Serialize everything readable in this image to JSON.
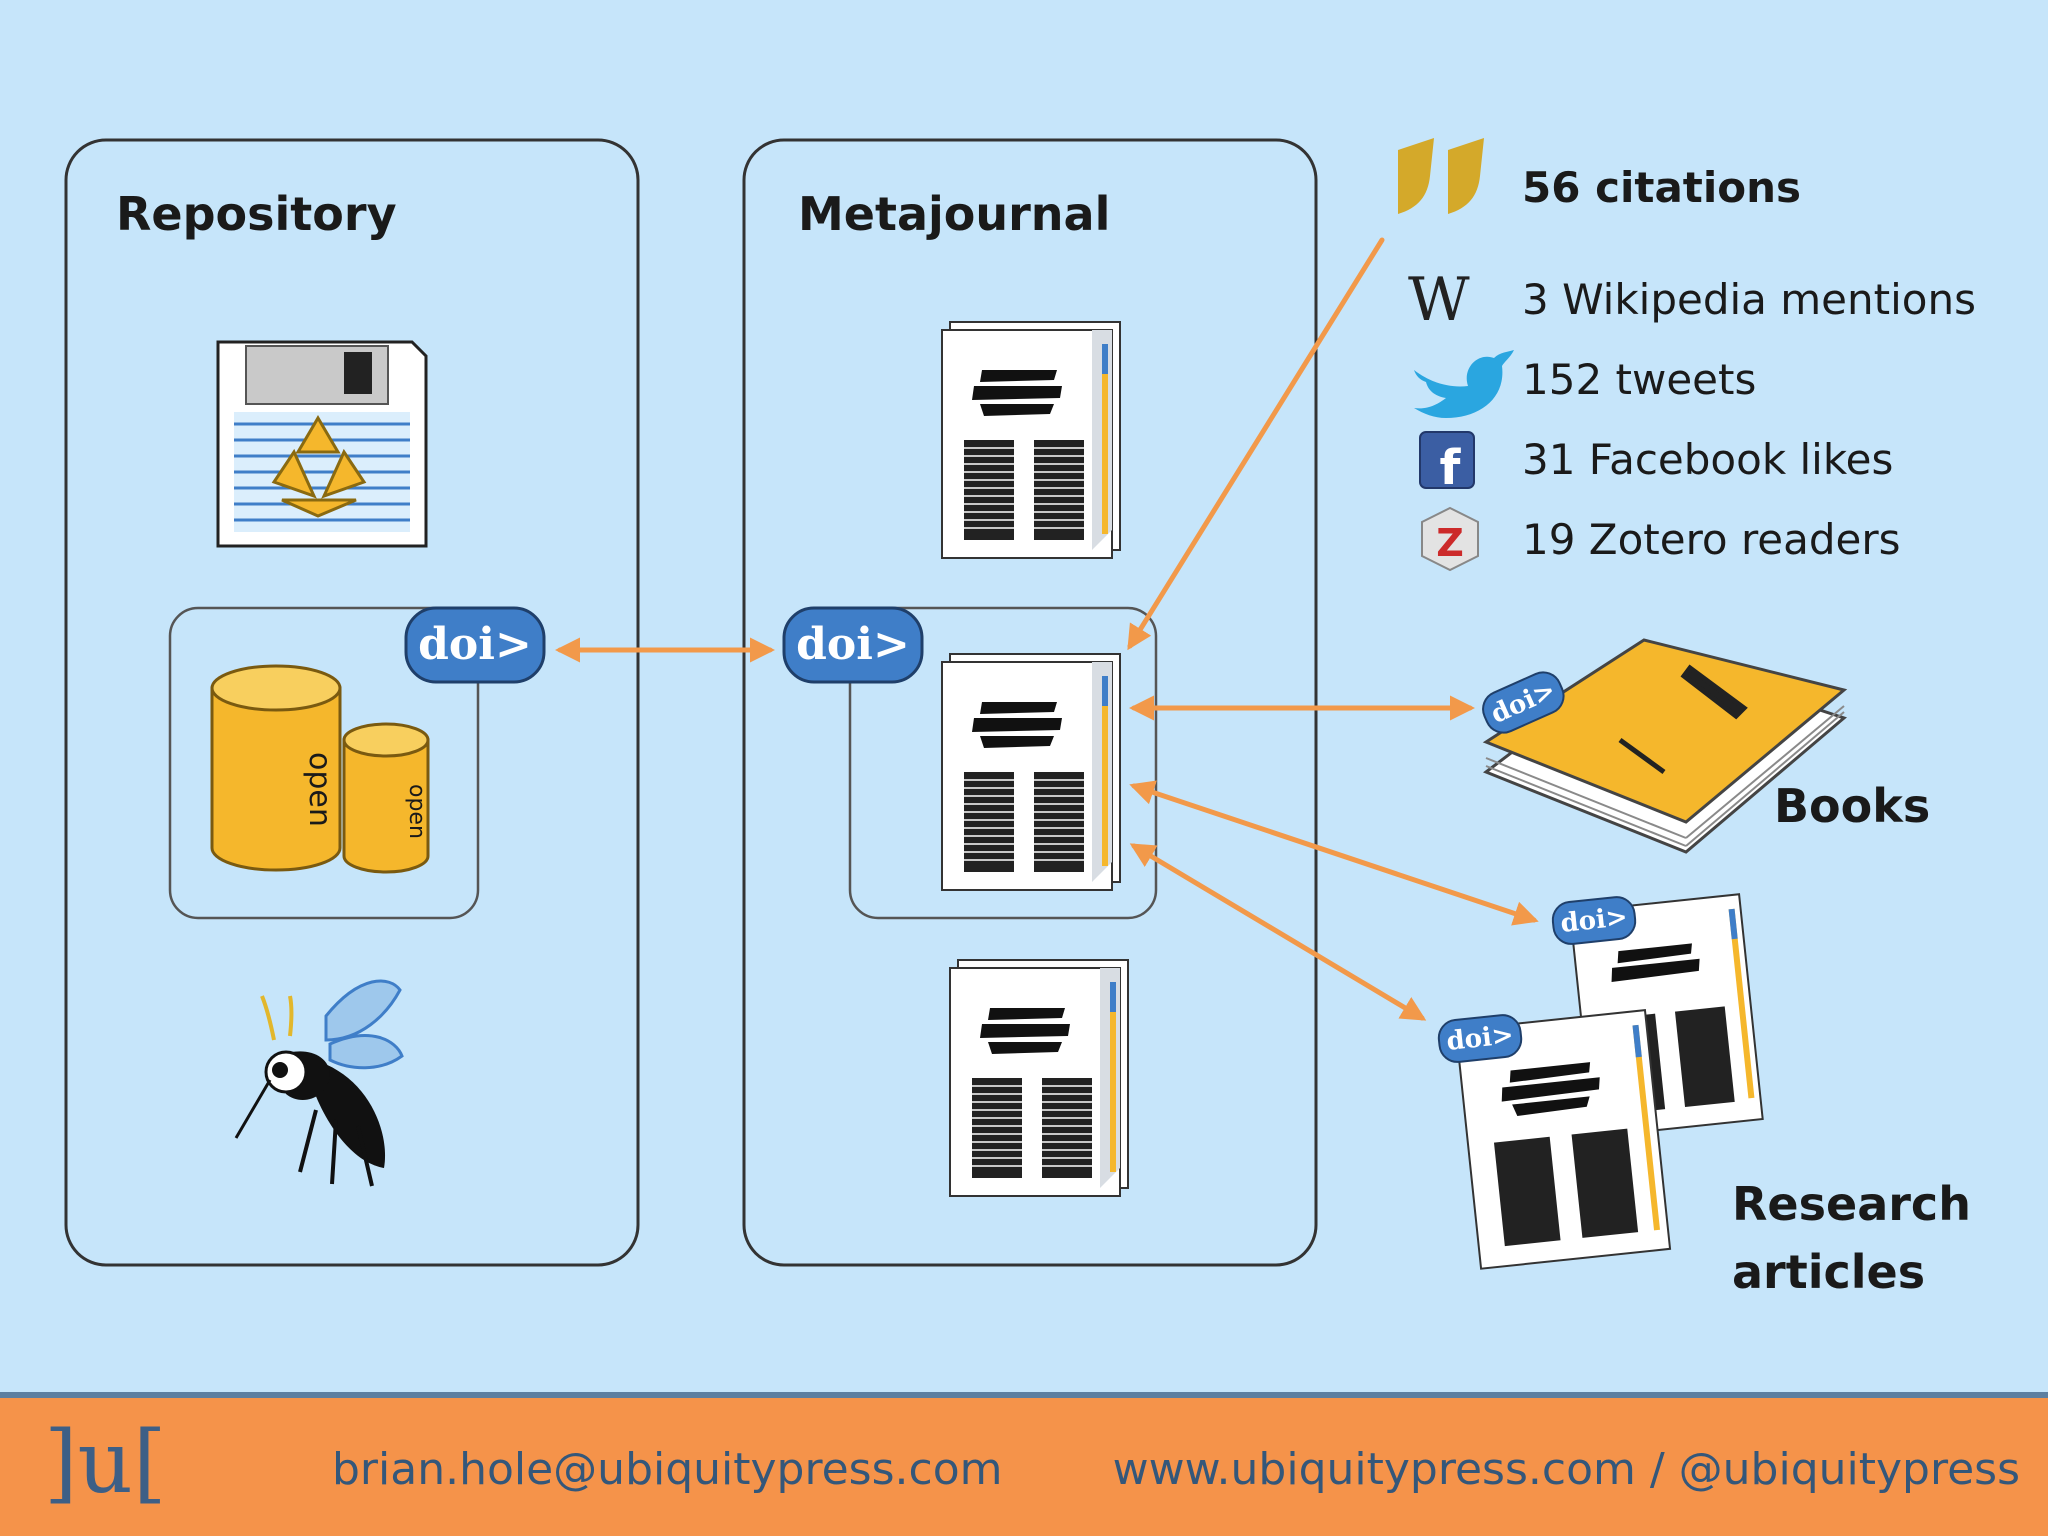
{
  "repository": {
    "title": "Repository",
    "doi_label": "doi>",
    "cylinder_label": "open"
  },
  "metajournal": {
    "title": "Metajournal",
    "doi_label": "doi>"
  },
  "metrics": [
    {
      "icon": "quote-icon",
      "text": "56 citations"
    },
    {
      "icon": "wikipedia-icon",
      "text": "3 Wikipedia mentions",
      "glyph": "W"
    },
    {
      "icon": "twitter-icon",
      "text": "152 tweets"
    },
    {
      "icon": "facebook-icon",
      "text": "31 Facebook likes",
      "glyph": "f"
    },
    {
      "icon": "zotero-icon",
      "text": "19 Zotero readers",
      "glyph": "Z"
    }
  ],
  "outputs": {
    "books": {
      "label": "Books",
      "doi_label": "doi>"
    },
    "research_articles": {
      "line1": "Research",
      "line2": "articles",
      "doi_label": "doi>"
    }
  },
  "footer": {
    "logo": "]u[",
    "email": "brian.hole@ubiquitypress.com",
    "web": "www.ubiquitypress.com / @ubiquitypress"
  },
  "colors": {
    "background": "#c6e5fa",
    "arrow": "#f2994a",
    "doi_badge": "#3f7ec8",
    "gold": "#f5b72c",
    "footer": "#f5934a",
    "footer_text": "#34577a"
  }
}
